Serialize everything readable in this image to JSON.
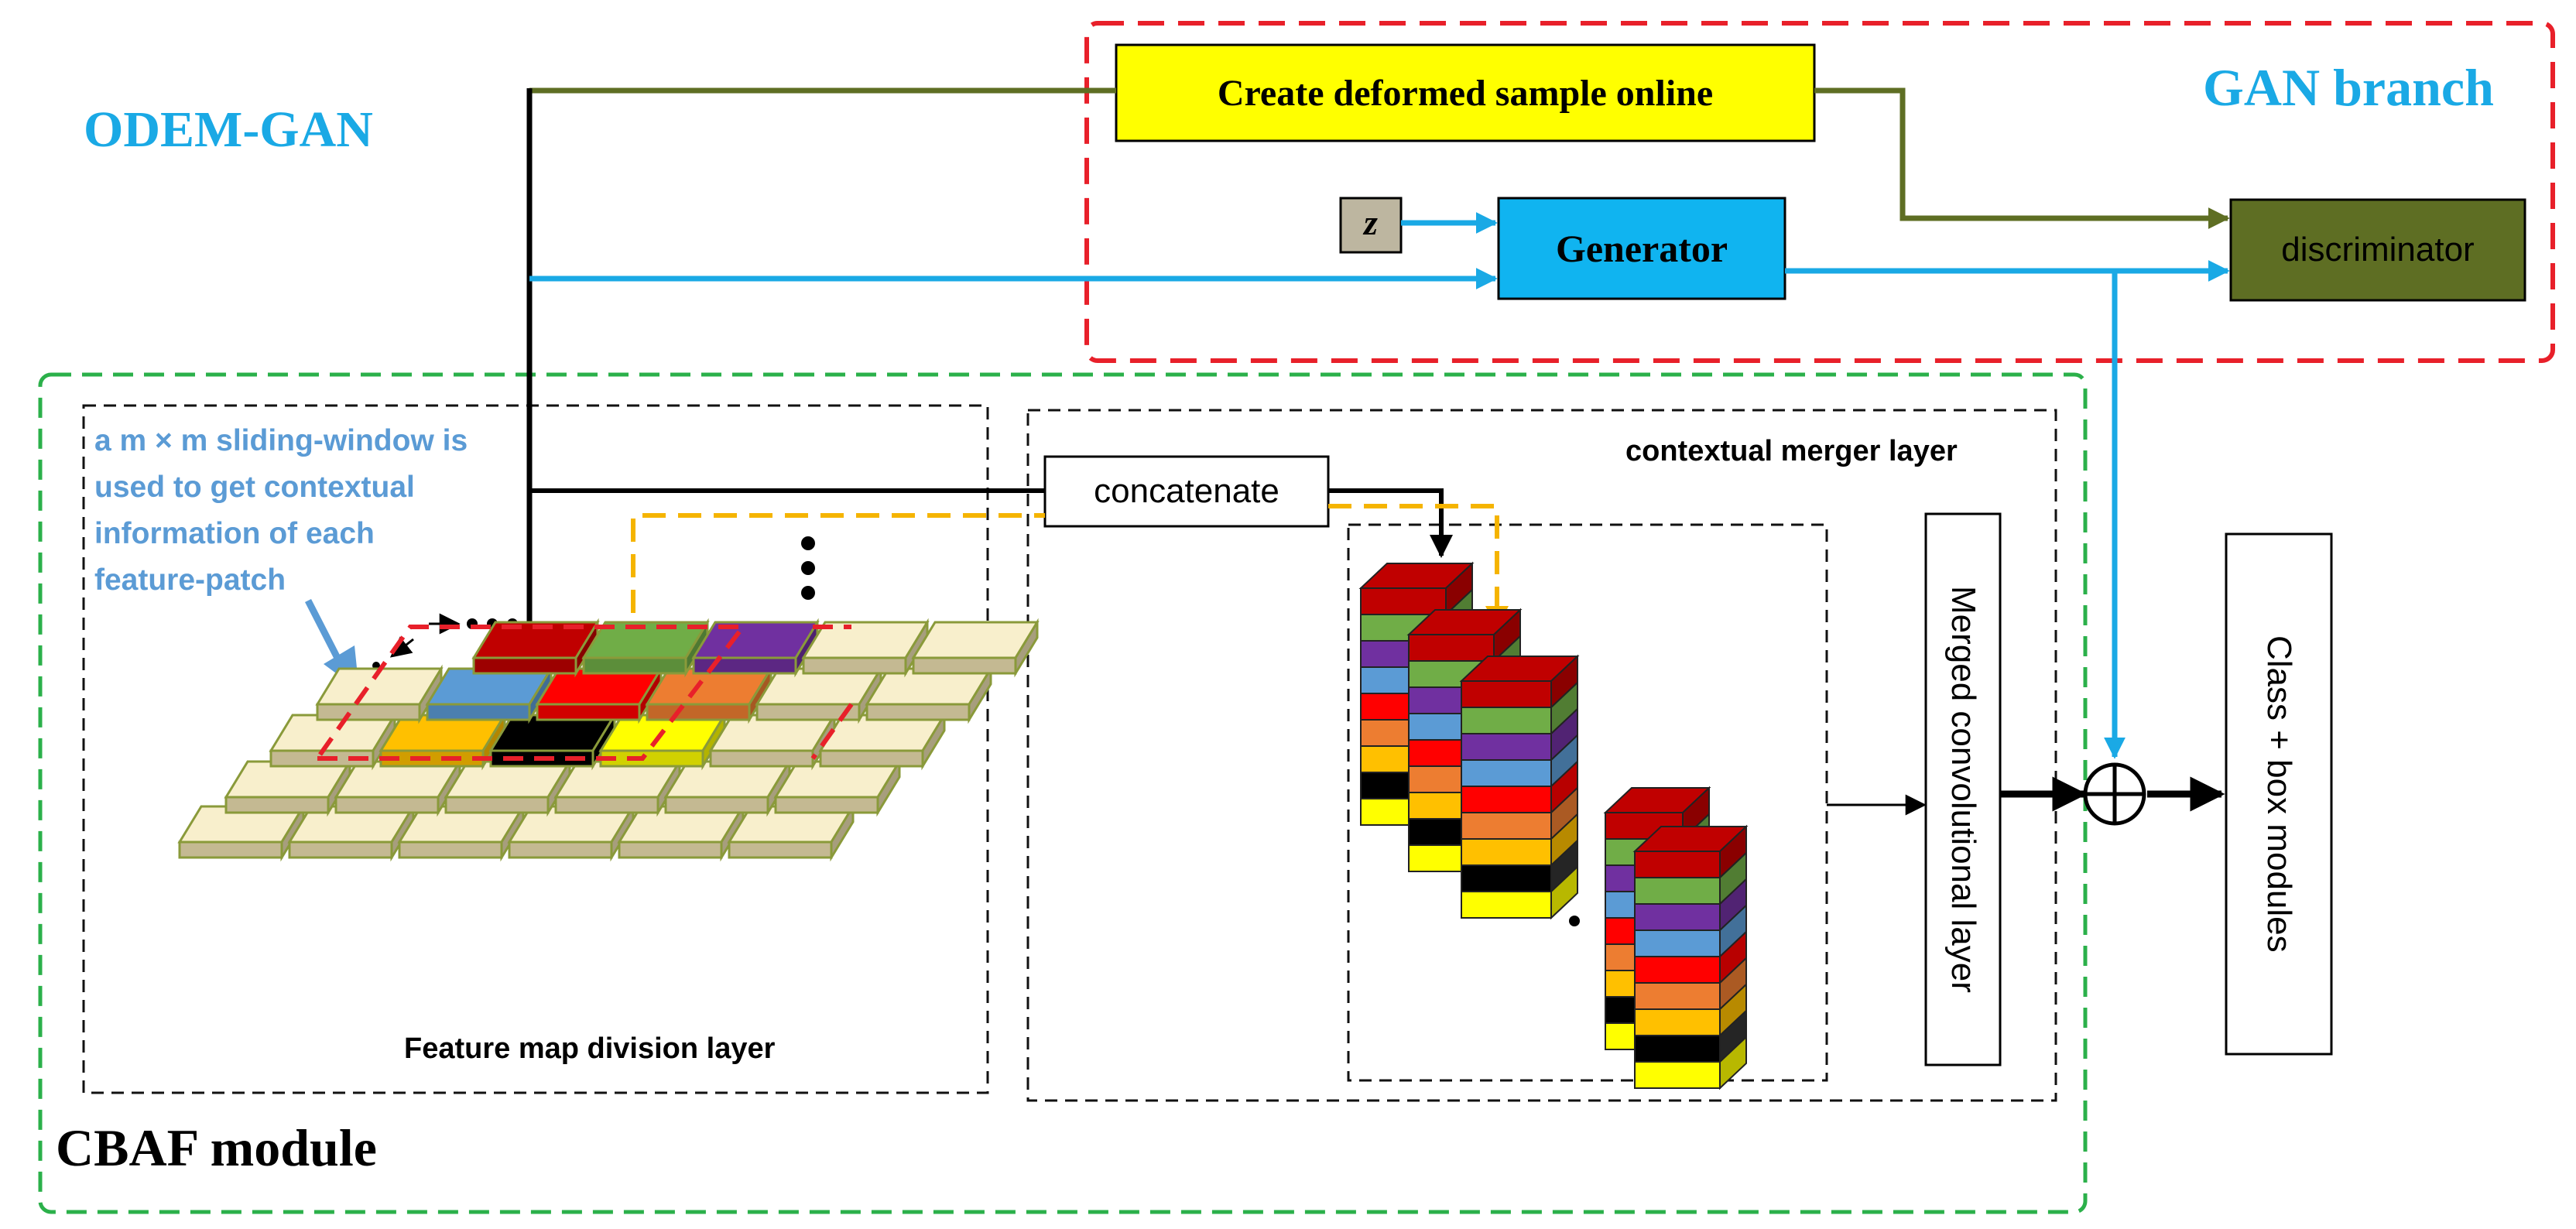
{
  "labels": {
    "title": "ODEM-GAN",
    "gan_branch": "GAN branch",
    "cbaf_module": "CBAF module",
    "create_sample": "Create deformed sample online",
    "generator": "Generator",
    "discriminator": "discriminator",
    "z_input": "z",
    "concatenate": "concatenate",
    "contextual_merger": "contextual merger layer",
    "feature_map_division": "Feature map division layer",
    "merged_conv": "Merged convolutional layer",
    "class_box": "Class + box modules",
    "window_note_1": "a m × m sliding-window is",
    "window_note_2": "used to get contextual",
    "window_note_3": "information of each",
    "window_note_4": "feature-patch"
  },
  "colors": {
    "cyan": "#1aa9e5",
    "olive": "#5e6e23",
    "gan_border": "#e8202a",
    "cbaf_border": "#2bb04a",
    "yellow": "#ffff00",
    "generator_fill": "#10b4f0",
    "discriminator_fill": "#5e6e23",
    "z_fill": "#bdb6a0",
    "note_blue": "#5b9bd5",
    "patch_beige": "#f8efcc",
    "dashed_orange": "#f5b400",
    "stack_layers": [
      "#c00000",
      "#70ad47",
      "#7030a0",
      "#5b9bd5",
      "#ff0000",
      "#ed7d31",
      "#ffc000",
      "#000000",
      "#ffff00"
    ]
  },
  "icons": {
    "sum_node": "circled-plus-icon",
    "ellipsis": "vertical-ellipsis-icon"
  }
}
